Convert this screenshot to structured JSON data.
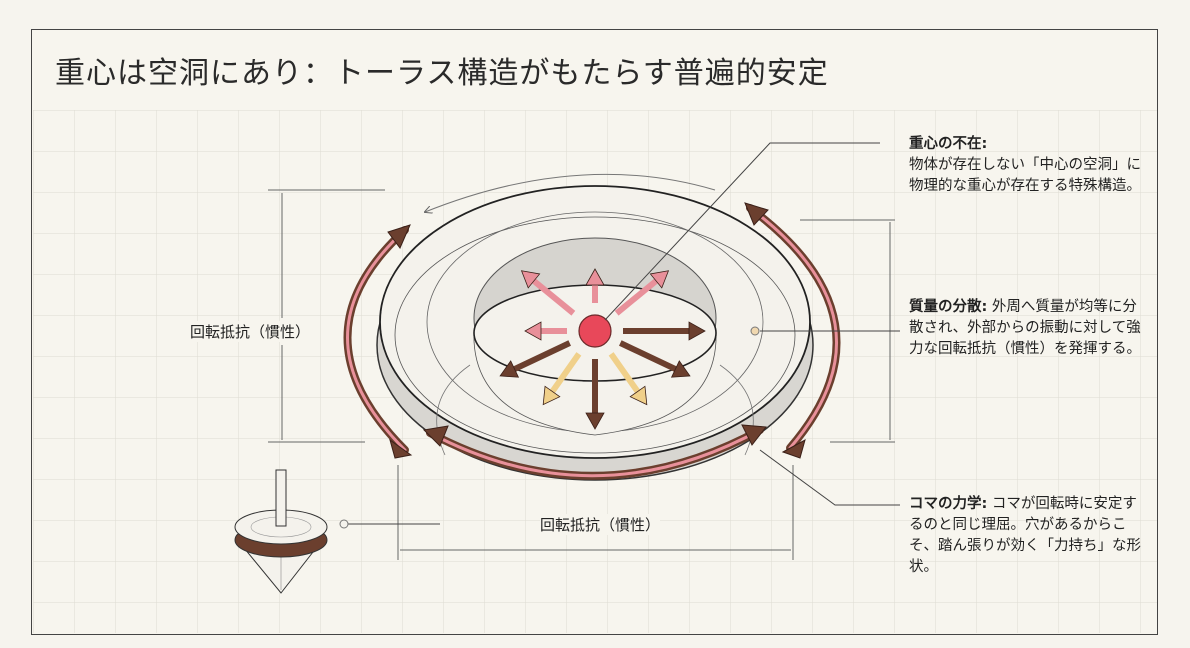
{
  "title": "重心は空洞にあり：トーラス構造がもたらす普遍的安定",
  "dimension_labels": {
    "left": "回転抵抗（慣性）",
    "bottom": "回転抵抗（慣性）"
  },
  "notes": [
    {
      "heading": "重心の不在:",
      "body": "物体が存在しない「中心の空洞」に物理的な重心が存在する特殊構造。"
    },
    {
      "heading": "質量の分散:",
      "body": "外周へ質量が均等に分散され、外部からの振動に対して強力な回転抵抗（慣性）を発揮する。"
    },
    {
      "heading": "コマの力学:",
      "body": "コマが回転時に安定するのと同じ理屈。穴があるからこそ、踏ん張りが効く「力持ち」な形状。"
    }
  ],
  "colors": {
    "dark_arrow": "#6b3f2e",
    "pink_arrow": "#e8909a",
    "yellow_arrow": "#f0d08a",
    "center_dot": "#e8485a",
    "torus_shade": "#d9d7d2",
    "grid": "#dcd9d0"
  }
}
